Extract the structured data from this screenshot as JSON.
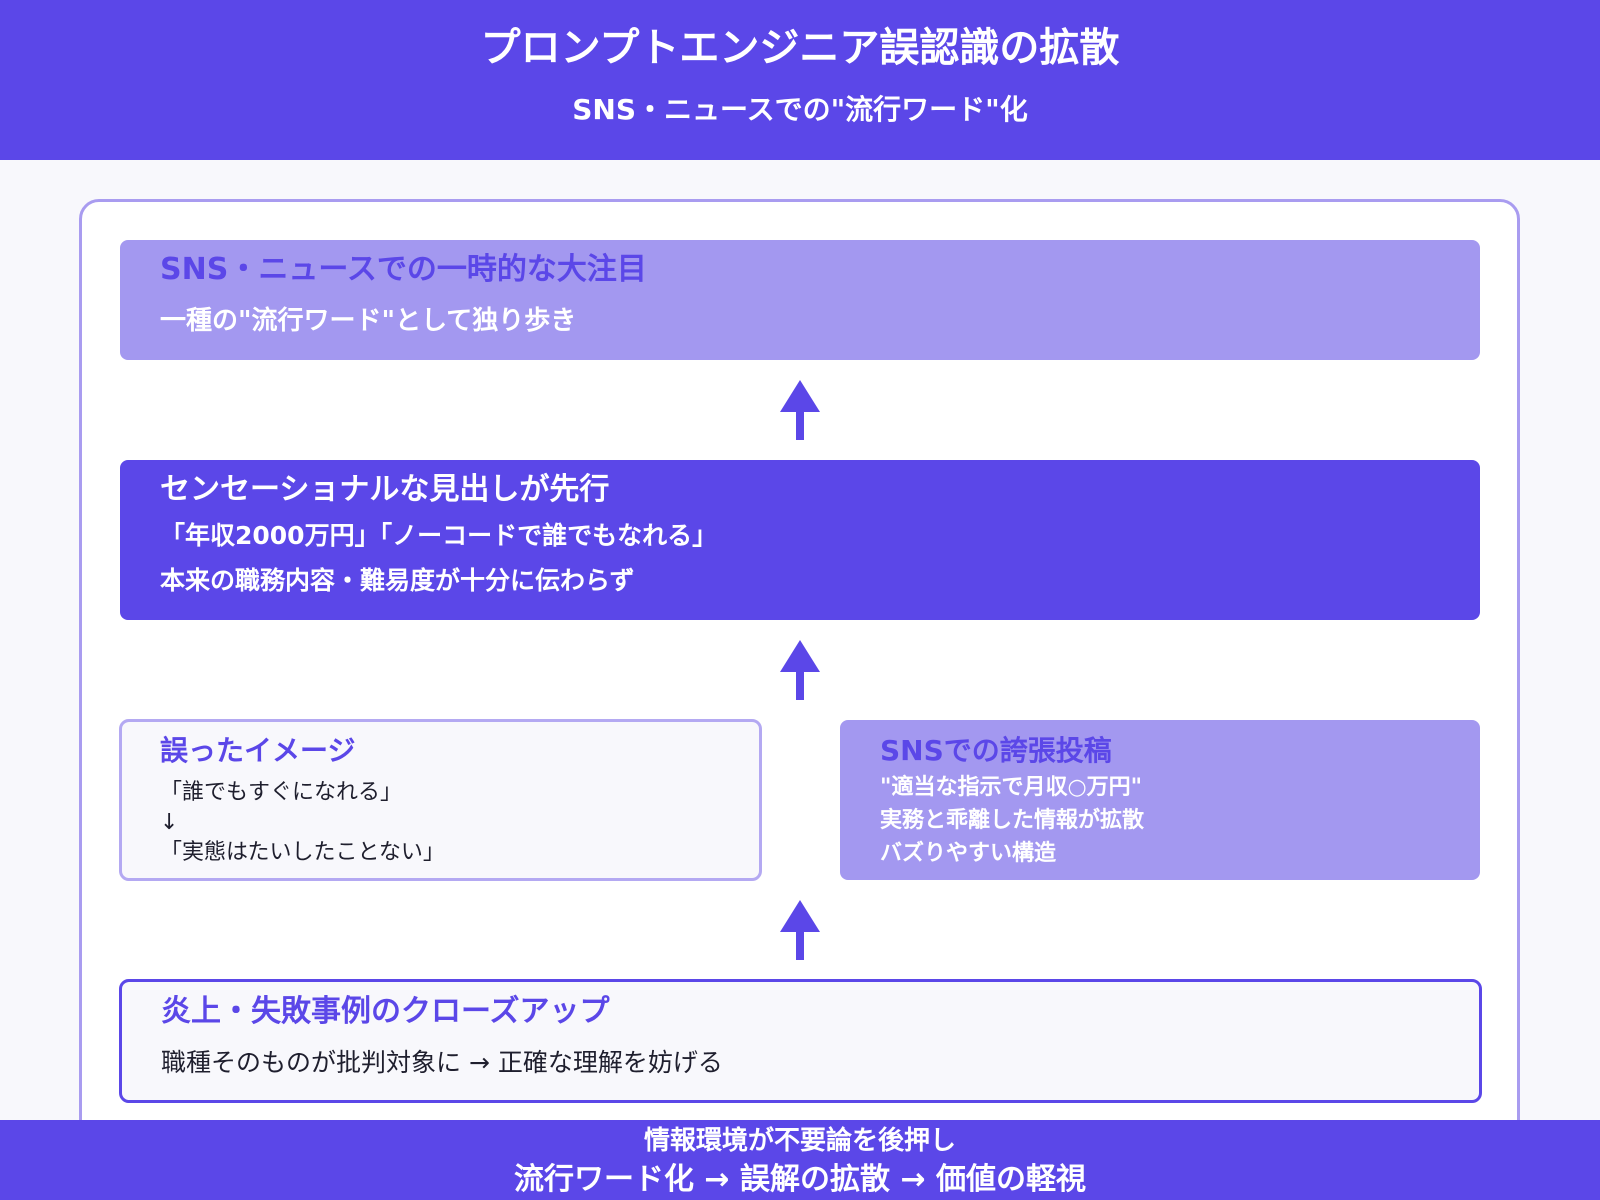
{
  "header": {
    "title": "プロンプトエンジニア誤認識の拡散",
    "subtitle": "SNS・ニュースでの\"流行ワード\"化"
  },
  "top_box": {
    "title": "SNS・ニュースでの一時的な大注目",
    "line1": "一種の\"流行ワード\"として独り歩き"
  },
  "middle_box": {
    "title": "センセーショナルな見出しが先行",
    "line1": "「年収2000万円」「ノーコードで誰でもなれる」",
    "line2": "本来の職務内容・難易度が十分に伝わらず"
  },
  "left_box": {
    "title": "誤ったイメージ",
    "line1": "「誰でもすぐになれる」",
    "line2": "↓",
    "line3": "「実態はたいしたことない」"
  },
  "right_box": {
    "title": "SNSでの誇張投稿",
    "line1": "\"適当な指示で月収○万円\"",
    "line2": "実務と乖離した情報が拡散",
    "line3": "バズりやすい構造"
  },
  "bottom_box": {
    "title": "炎上・失敗事例のクローズアップ",
    "line1": "職種そのものが批判対象に → 正確な理解を妨げる"
  },
  "footer": {
    "line1": "情報環境が不要論を後押し",
    "line2": "流行ワード化 → 誤解の拡散 → 価値の軽視"
  },
  "colors": {
    "primary": "#5b47e8",
    "light_purple": "#a398f0",
    "border_light": "#b4a9f2",
    "background": "#f8f8fc"
  }
}
